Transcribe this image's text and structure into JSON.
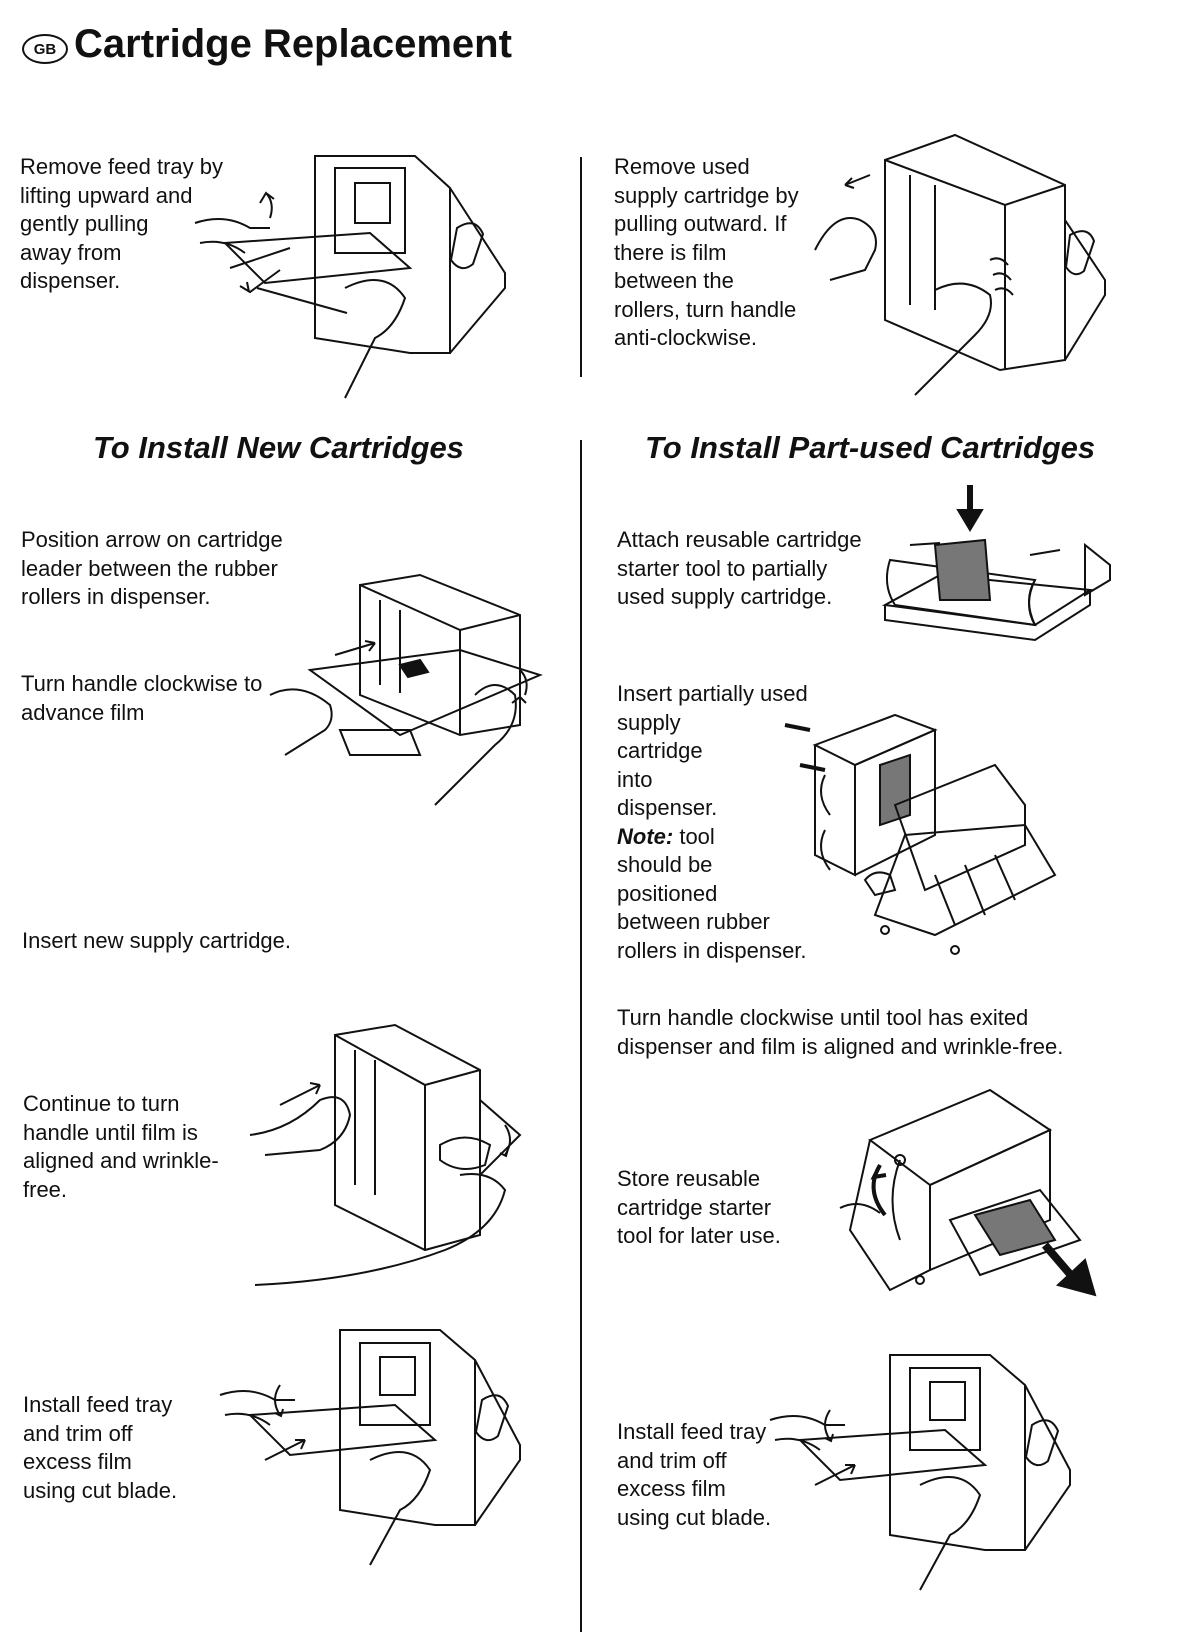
{
  "header": {
    "badge": "GB",
    "title": "Cartridge Replacement"
  },
  "sections": {
    "left_heading": "To Install New Cartridges",
    "right_heading": "To Install Part-used Cartridges"
  },
  "steps": {
    "remove_tray": "Remove feed tray by\nlifting upward and\ngently pulling\naway from\ndispenser.",
    "remove_used": "Remove used\nsupply cartridge by\npulling outward. If\nthere is film\nbetween the\nrollers, turn handle\nanti-clockwise.",
    "position_arrow": "Position arrow on cartridge\nleader between the rubber\nrollers in dispenser.",
    "turn_handle": "Turn handle clockwise to\nadvance film",
    "insert_new": "Insert new supply cartridge.",
    "continue_turn": "Continue to turn\nhandle until film is\naligned and wrinkle-\nfree.",
    "install_tray_left": "Install feed tray\nand trim off\nexcess film\nusing cut blade.",
    "attach_tool": "Attach reusable cartridge\nstarter tool to partially\nused supply cartridge.",
    "insert_partial": "Insert partially used\nsupply\ncartridge\ninto\ndispenser.",
    "note_label": "Note:",
    "note_text": " tool\nshould be\npositioned\nbetween rubber\nrollers in dispenser.",
    "turn_until_exit": "Turn handle clockwise until tool has exited\ndispenser and film is aligned and wrinkle-free.",
    "store_tool": "Store reusable\ncartridge starter\ntool for later use.",
    "install_tray_right": "Install feed tray\nand trim off\nexcess film\nusing cut blade."
  }
}
